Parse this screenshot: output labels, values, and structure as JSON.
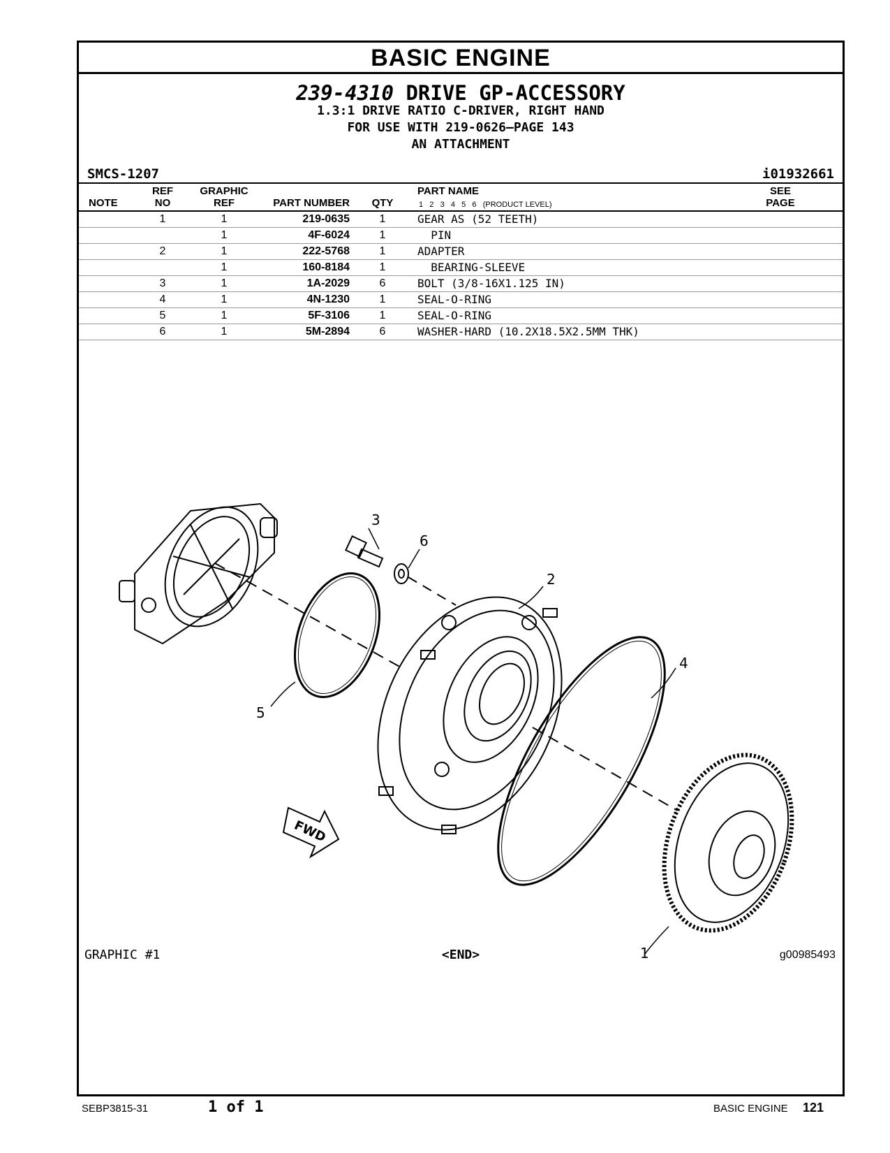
{
  "header": {
    "title": "BASIC ENGINE"
  },
  "group": {
    "part_number": "239-4310",
    "name": "DRIVE GP-ACCESSORY",
    "lines": [
      "1.3:1 DRIVE RATIO C-DRIVER, RIGHT HAND",
      "FOR USE WITH 219-0626—PAGE 143",
      "AN ATTACHMENT"
    ]
  },
  "smcs": "SMCS-1207",
  "ident": "i01932661",
  "columns": {
    "note": "NOTE",
    "ref_top": "REF",
    "ref_bottom": "NO",
    "graphic_top": "GRAPHIC",
    "graphic_bottom": "REF",
    "part_number": "PART NUMBER",
    "qty": "QTY",
    "part_name": "PART NAME",
    "levels": "1   2   3   4   5   6   (PRODUCT LEVEL)",
    "see_top": "SEE",
    "see_bottom": "PAGE"
  },
  "parts": [
    {
      "ref": "1",
      "graphic": "1",
      "part_number": "219-0635",
      "qty": "1",
      "name": "GEAR AS (52 TEETH)"
    },
    {
      "ref": "",
      "graphic": "1",
      "part_number": "4F-6024",
      "qty": "1",
      "name": "  PIN"
    },
    {
      "ref": "2",
      "graphic": "1",
      "part_number": "222-5768",
      "qty": "1",
      "name": "ADAPTER"
    },
    {
      "ref": "",
      "graphic": "1",
      "part_number": "160-8184",
      "qty": "1",
      "name": "  BEARING-SLEEVE"
    },
    {
      "ref": "3",
      "graphic": "1",
      "part_number": "1A-2029",
      "qty": "6",
      "name": "BOLT (3/8-16X1.125 IN)"
    },
    {
      "ref": "4",
      "graphic": "1",
      "part_number": "4N-1230",
      "qty": "1",
      "name": "SEAL-O-RING"
    },
    {
      "ref": "5",
      "graphic": "1",
      "part_number": "5F-3106",
      "qty": "1",
      "name": "SEAL-O-RING"
    },
    {
      "ref": "6",
      "graphic": "1",
      "part_number": "5M-2894",
      "qty": "6",
      "name": "WASHER-HARD (10.2X18.5X2.5MM THK)"
    }
  ],
  "diagram": {
    "callouts": [
      "1",
      "2",
      "3",
      "4",
      "5",
      "6"
    ],
    "fwd_label": "FWD"
  },
  "footer": {
    "graphic_label": "GRAPHIC #1",
    "end_label": "<END>",
    "graphic_id": "g00985493"
  },
  "page": {
    "doc_id": "SEBP3815-31",
    "of": "1 of 1",
    "section": "BASIC ENGINE",
    "number": "121"
  }
}
